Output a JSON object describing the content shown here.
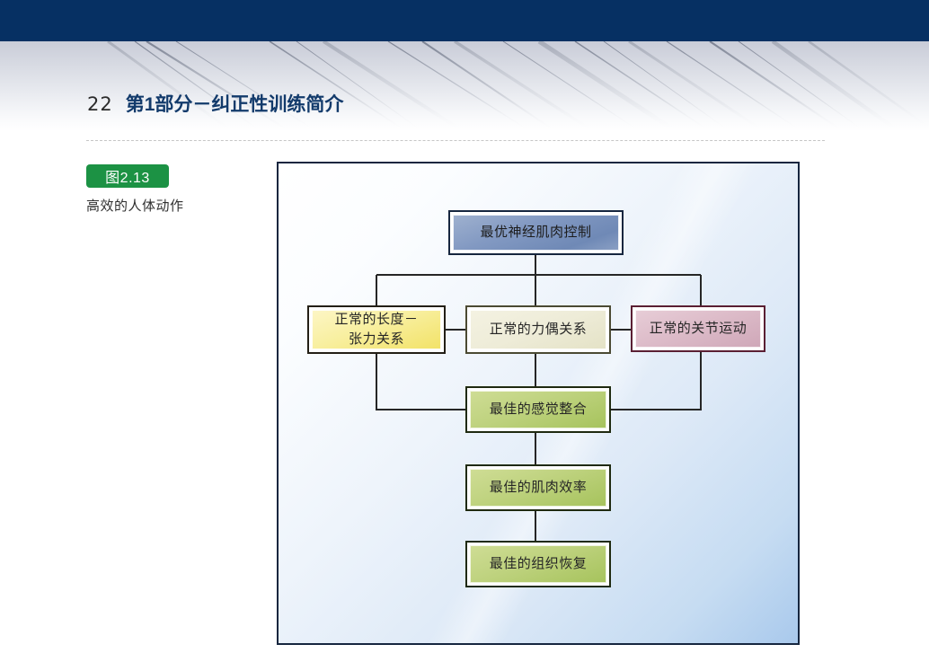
{
  "header": {
    "page_number": "22",
    "title": "第1部分－纠正性训练简介",
    "band_color": "#063063",
    "title_color": "#123a6b"
  },
  "figure": {
    "badge_label": "图2.13",
    "badge_color": "#1c9244",
    "caption": "高效的人体动作"
  },
  "diagram": {
    "nodes": {
      "top": {
        "label": "最优神经肌肉控制",
        "color": "#7d95bd"
      },
      "left": {
        "label": "正常的长度－\n张力关系",
        "color": "#f4ea8b"
      },
      "center": {
        "label": "正常的力偶关系",
        "color": "#eceada"
      },
      "right": {
        "label": "正常的关节运动",
        "color": "#d9b7c5"
      },
      "sensory": {
        "label": "最佳的感觉整合",
        "color": "#b9cf79"
      },
      "muscle": {
        "label": "最佳的肌肉效率",
        "color": "#b9cf79"
      },
      "tissue": {
        "label": "最佳的组织恢复",
        "color": "#b9cf79"
      }
    },
    "panel_border_color": "#16263f",
    "connector_color": "#262626"
  }
}
